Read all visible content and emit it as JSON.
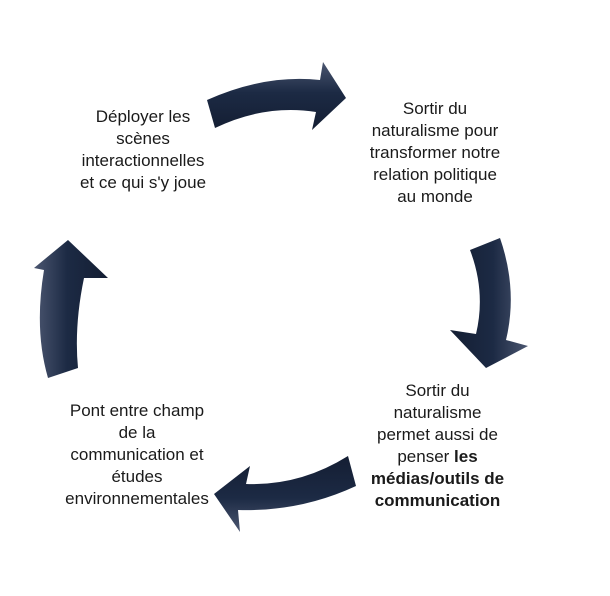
{
  "diagram": {
    "nodes": [
      {
        "id": "top-left",
        "text": "Déployer les\nscènes\ninteractionnelles\net ce qui s'y joue"
      },
      {
        "id": "top-right",
        "text": "Sortir du\nnaturalisme pour\ntransformer notre\nrelation politique\nau monde"
      },
      {
        "id": "bottom-right",
        "text_plain": "Sortir du\nnaturalisme\npermet aussi de\npenser ",
        "text_bold": "les\nmédias/outils de\ncommunication"
      },
      {
        "id": "bottom-left",
        "text": "Pont entre champ\nde la\ncommunication et\nétudes\nenvironnementales"
      }
    ],
    "arrow_color": "#1c2a44",
    "arrow_highlight": "#8a93a6"
  }
}
